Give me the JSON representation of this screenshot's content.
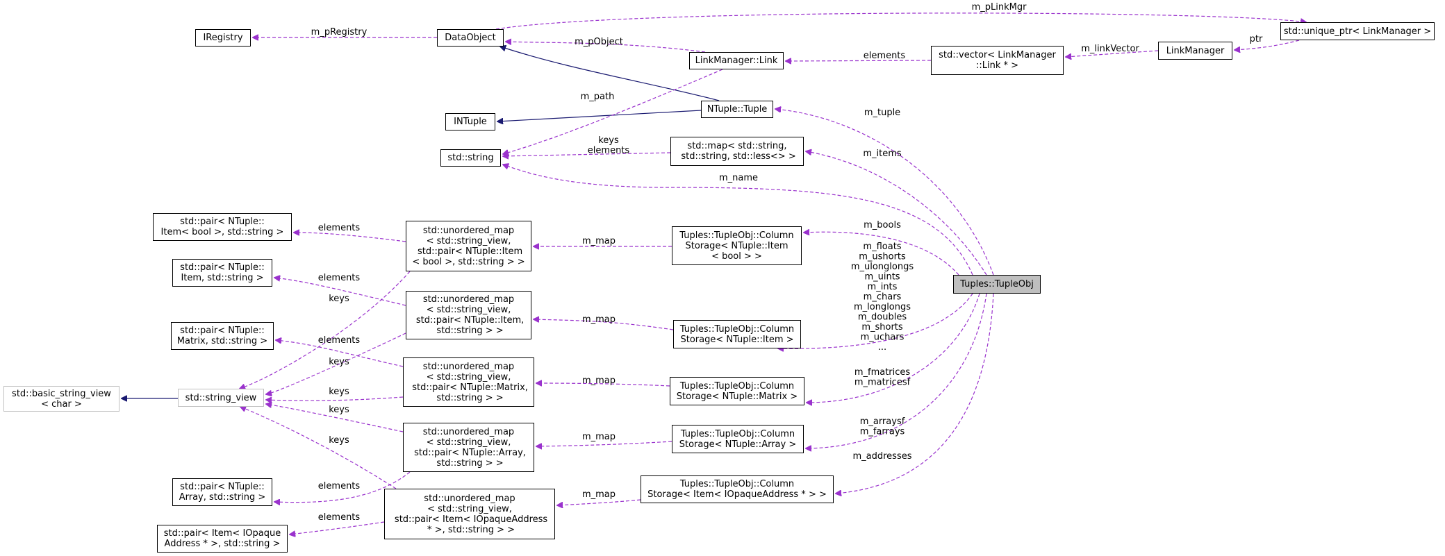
{
  "colors": {
    "assoc": "#9a32cd",
    "inherit": "#191970",
    "focus_fill": "#bfbfbf",
    "external_border": "#bfbfbf"
  },
  "nodes": {
    "iregistry": "IRegistry",
    "dataobject": "DataObject",
    "unique_ptr": "std::unique_ptr< LinkManager >",
    "link": "LinkManager::Link",
    "vector": "std::vector< LinkManager\n::Link * >",
    "linkmanager": "LinkManager",
    "intuple": "INTuple",
    "tuple": "NTuple::Tuple",
    "string": "std::string",
    "map": "std::map< std::string,\n std::string, std::less<> >",
    "pair_bool": "std::pair< NTuple::\nItem< bool >, std::string >",
    "um_bool": "std::unordered_map\n< std::string_view,\n std::pair< NTuple::Item\n< bool >, std::string > >",
    "cs_bool": "Tuples::TupleObj::Column\nStorage< NTuple::Item\n< bool > >",
    "tupleobj": "Tuples::TupleObj",
    "pair_item": "std::pair< NTuple::\nItem, std::string >",
    "um_item": "std::unordered_map\n< std::string_view,\n std::pair< NTuple::Item,\n std::string > >",
    "cs_item": "Tuples::TupleObj::Column\nStorage< NTuple::Item >",
    "pair_matrix": "std::pair< NTuple::\nMatrix, std::string >",
    "basic_sv": "std::basic_string_view\n< char >",
    "string_view": "std::string_view",
    "um_matrix": "std::unordered_map\n< std::string_view,\n std::pair< NTuple::Matrix,\n std::string > >",
    "cs_matrix": "Tuples::TupleObj::Column\nStorage< NTuple::Matrix >",
    "um_array": "std::unordered_map\n< std::string_view,\n std::pair< NTuple::Array,\n std::string > >",
    "cs_array": "Tuples::TupleObj::Column\nStorage< NTuple::Array >",
    "pair_array": "std::pair< NTuple::\nArray, std::string >",
    "cs_addr": "Tuples::TupleObj::Column\nStorage< Item< IOpaqueAddress * > >",
    "um_addr": "std::unordered_map\n< std::string_view,\n std::pair< Item< IOpaqueAddress\n * >, std::string > >",
    "pair_addr": "std::pair< Item< IOpaque\nAddress * >, std::string >"
  },
  "edge_labels": {
    "m_pLinkMgr": "m_pLinkMgr",
    "m_pRegistry": "m_pRegistry",
    "m_pObject": "m_pObject",
    "elements_link": "elements",
    "m_linkVector": "m_linkVector",
    "ptr": "ptr",
    "m_path": "m_path",
    "m_tuple": "m_tuple",
    "keys_elements_map": "keys\nelements",
    "m_items": "m_items",
    "m_name": "m_name",
    "elements_pair_bool": "elements",
    "m_map_bool": "m_map",
    "m_bools": "m_bools",
    "item_fields": "m_floats\nm_ushorts\nm_ulonglongs\nm_uints\nm_ints\nm_chars\nm_longlongs\nm_doubles\nm_shorts\nm_uchars\n...",
    "elements_pair_item": "elements",
    "m_map_item": "m_map",
    "keys_bool": "keys",
    "elements_pair_matrix": "elements",
    "keys_item": "keys",
    "m_map_matrix": "m_map",
    "matrix_fields": "m_fmatrices\nm_matricesf",
    "keys_matrix": "keys",
    "keys_array": "keys",
    "m_map_array": "m_map",
    "array_fields": "m_arraysf\nm_farrays",
    "keys_addr": "keys",
    "elements_pair_array": "elements",
    "m_map_addr": "m_map",
    "m_addresses": "m_addresses",
    "elements_pair_addr": "elements"
  }
}
